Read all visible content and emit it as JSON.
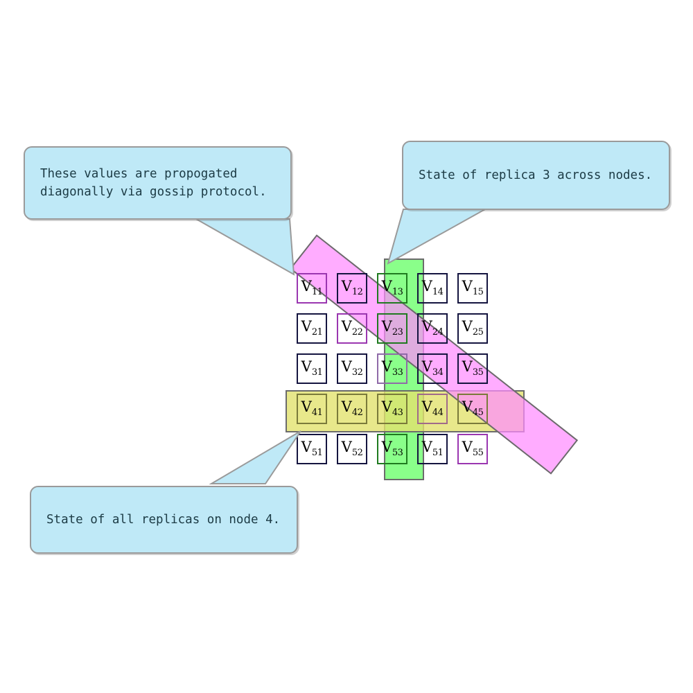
{
  "diagram": {
    "title": "Replica state grid with gossip propagation",
    "colors": {
      "callout_fill": "#bfe9f7",
      "callout_border": "#9a9a9a",
      "column_band": "#80ff80",
      "row_band": "#e2e26e",
      "diagonal_band": "#ff8cff",
      "cell_border": "#14143f",
      "band_border": "#6b6b6b"
    }
  },
  "grid": {
    "rows": 5,
    "columns": 5,
    "cells": [
      [
        {
          "label": "V",
          "sub": "11",
          "highlight": "diagonal"
        },
        {
          "label": "V",
          "sub": "12",
          "highlight": "none"
        },
        {
          "label": "V",
          "sub": "13",
          "highlight": "column"
        },
        {
          "label": "V",
          "sub": "14",
          "highlight": "none"
        },
        {
          "label": "V",
          "sub": "15",
          "highlight": "none"
        }
      ],
      [
        {
          "label": "V",
          "sub": "21",
          "highlight": "none"
        },
        {
          "label": "V",
          "sub": "22",
          "highlight": "diagonal"
        },
        {
          "label": "V",
          "sub": "23",
          "highlight": "column"
        },
        {
          "label": "V",
          "sub": "24",
          "highlight": "none"
        },
        {
          "label": "V",
          "sub": "25",
          "highlight": "none"
        }
      ],
      [
        {
          "label": "V",
          "sub": "31",
          "highlight": "none"
        },
        {
          "label": "V",
          "sub": "32",
          "highlight": "none"
        },
        {
          "label": "V",
          "sub": "33",
          "highlight": "column-diagonal"
        },
        {
          "label": "V",
          "sub": "34",
          "highlight": "none"
        },
        {
          "label": "V",
          "sub": "35",
          "highlight": "none"
        }
      ],
      [
        {
          "label": "V",
          "sub": "41",
          "highlight": "row"
        },
        {
          "label": "V",
          "sub": "42",
          "highlight": "row"
        },
        {
          "label": "V",
          "sub": "43",
          "highlight": "row-column"
        },
        {
          "label": "V",
          "sub": "44",
          "highlight": "row-diagonal"
        },
        {
          "label": "V",
          "sub": "45",
          "highlight": "row"
        }
      ],
      [
        {
          "label": "V",
          "sub": "51",
          "highlight": "none"
        },
        {
          "label": "V",
          "sub": "52",
          "highlight": "none"
        },
        {
          "label": "V",
          "sub": "53",
          "highlight": "column"
        },
        {
          "label": "V",
          "sub": "51",
          "highlight": "none"
        },
        {
          "label": "V",
          "sub": "55",
          "highlight": "diagonal"
        }
      ]
    ]
  },
  "callouts": {
    "gossip": {
      "text": "These values are propogated\ndiagonally via gossip protocol.",
      "points_to": "V11"
    },
    "replica3": {
      "text": "State of replica 3 across nodes.",
      "points_to": "V13"
    },
    "node4": {
      "text": "State of all replicas on node 4.",
      "points_to": "V41"
    }
  }
}
